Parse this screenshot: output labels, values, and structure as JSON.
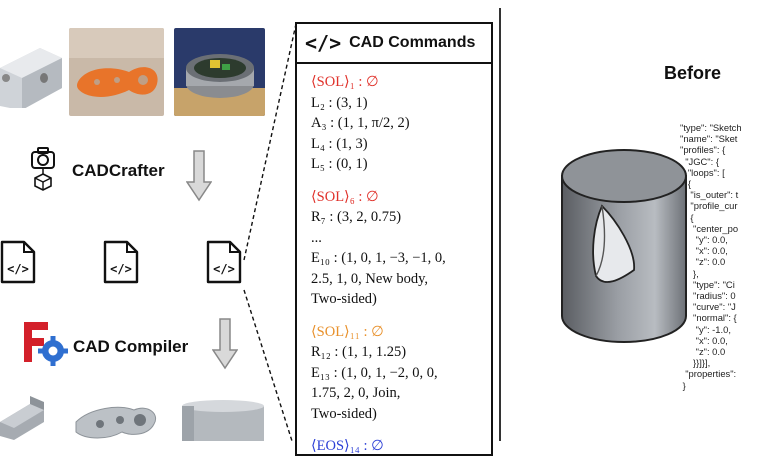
{
  "left": {
    "cadcrafter_label": "CADCrafter",
    "compiler_label": "CAD Compiler"
  },
  "panel": {
    "title": "CAD Commands",
    "code_icon": "</>",
    "lines": [
      {
        "cls": "red",
        "text": "⟨SOL⟩₁ : ∅"
      },
      {
        "cls": "",
        "text": "L₂ : (3, 1)"
      },
      {
        "cls": "",
        "text": "A₃ : (1, 1, π/2, 2)"
      },
      {
        "cls": "",
        "text": "L₄ : (1, 3)"
      },
      {
        "cls": "",
        "text": "L₅ : (0, 1)"
      },
      {
        "cls": "sp",
        "text": ""
      },
      {
        "cls": "red",
        "text": "⟨SOL⟩₆ : ∅"
      },
      {
        "cls": "",
        "text": "R₇ : (3, 2, 0.75)"
      },
      {
        "cls": "",
        "text": "..."
      },
      {
        "cls": "",
        "text": "E₁₀ : (1, 0, 1, −3, −1, 0,"
      },
      {
        "cls": "",
        "text": "2.5, 1, 0, New body,"
      },
      {
        "cls": "",
        "text": "Two-sided)"
      },
      {
        "cls": "sp",
        "text": ""
      },
      {
        "cls": "orange",
        "text": "⟨SOL⟩₁₁ : ∅"
      },
      {
        "cls": "",
        "text": "R₁₂ : (1, 1, 1.25)"
      },
      {
        "cls": "",
        "text": "E₁₃ : (1, 0, 1, −2, 0, 0,"
      },
      {
        "cls": "",
        "text": "1.75, 2, 0, Join,"
      },
      {
        "cls": "",
        "text": "Two-sided)"
      },
      {
        "cls": "sp",
        "text": ""
      },
      {
        "cls": "blue",
        "text": "⟨EOS⟩₁₄ : ∅"
      }
    ]
  },
  "right": {
    "title": "Before",
    "json_lines": [
      "\"type\": \"Sketch",
      "\"name\": \"Sket",
      "\"profiles\": {",
      "  \"JGC\": {",
      "   \"loops\": [",
      "   {",
      "    \"is_outer\": t",
      "    \"profile_cur",
      "    {",
      "     \"center_po",
      "      \"y\": 0.0,",
      "      \"x\": 0.0,",
      "      \"z\": 0.0",
      "     },",
      "     \"type\": \"Ci",
      "     \"radius\": 0",
      "     \"curve\": \"J",
      "     \"normal\": {",
      "      \"y\": -1.0,",
      "      \"x\": 0.0,",
      "      \"z\": 0.0",
      "     }}]}],",
      "  \"properties\":",
      " }"
    ]
  }
}
